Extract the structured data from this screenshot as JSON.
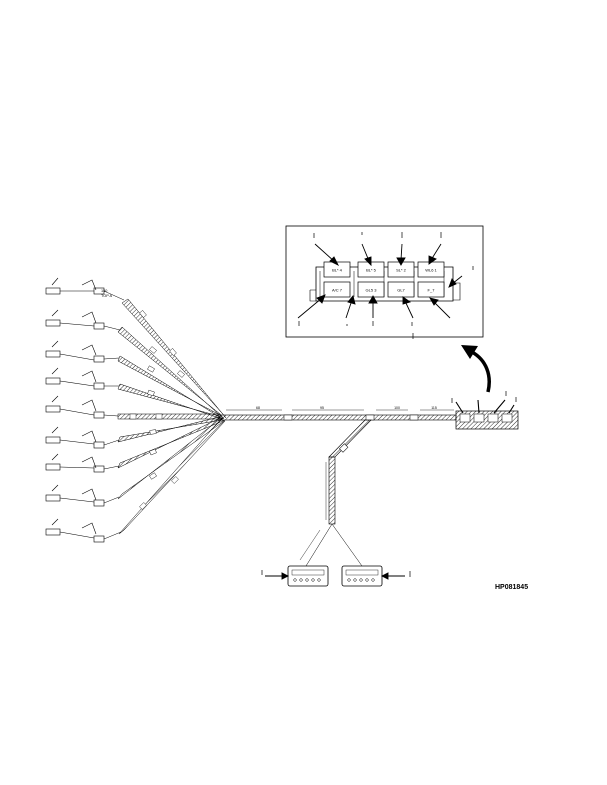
{
  "figure_id": "HP081845",
  "detail_view": {
    "relays": [
      {
        "top": "BL* 4",
        "bottom": "A/C 7"
      },
      {
        "top": "BL* 5",
        "bottom": "GL5 3"
      },
      {
        "top": "SL* 2",
        "bottom": "GL7"
      },
      {
        "top": "WL6 1",
        "bottom": "F_7"
      }
    ]
  },
  "harness": {
    "left_branch_labels": [
      "150",
      "TOP A"
    ],
    "trunk_dim_labels": [
      "68",
      "95",
      "100",
      "115"
    ]
  }
}
